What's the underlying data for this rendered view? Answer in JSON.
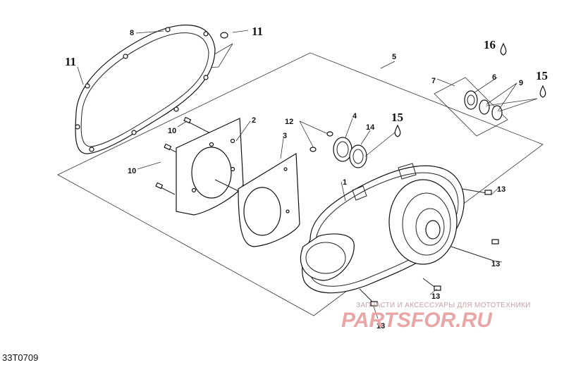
{
  "diagram": {
    "code": "33T0709",
    "callouts": {
      "c1": "1",
      "c2": "2",
      "c3": "3",
      "c4": "4",
      "c5": "5",
      "c6": "6",
      "c7": "7",
      "c8": "8",
      "c9": "9",
      "c10a": "10",
      "c10b": "10",
      "c11a": "11",
      "c11b": "11",
      "c12": "12",
      "c13a": "13",
      "c13b": "13",
      "c13c": "13",
      "c13d": "13",
      "c14": "14",
      "c15a": "15",
      "c15b": "15",
      "c16": "16"
    }
  },
  "watermark": {
    "tagline": "ЗАПЧАСТИ И АКСЕССУАРЫ ДЛЯ МОТОТЕХНИКИ",
    "brand": "PARTSFOR.RU"
  },
  "colors": {
    "line": "#222222",
    "watermark_small": "#c9a3a3",
    "watermark_big": "#e8a6a6"
  }
}
